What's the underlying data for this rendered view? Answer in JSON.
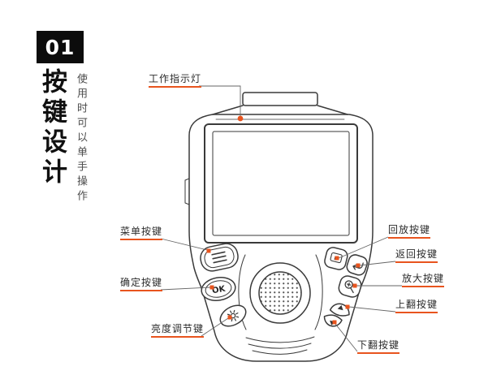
{
  "section": {
    "number": "01",
    "title": "按键设计",
    "subtitle": "使用时可以单手操作"
  },
  "callouts": {
    "indicator_light": "工作指示灯",
    "menu": "菜单按键",
    "ok": "确定按键",
    "brightness": "亮度调节键",
    "playback": "回放按键",
    "back": "返回按键",
    "zoom": "放大按键",
    "page_up": "上翻按键",
    "page_down": "下翻按键"
  },
  "device": {
    "ok_button_label": "OK"
  },
  "colors": {
    "accent": "#e8541e",
    "ink": "#2b2b2b",
    "line_art": "#3a3a3a"
  }
}
